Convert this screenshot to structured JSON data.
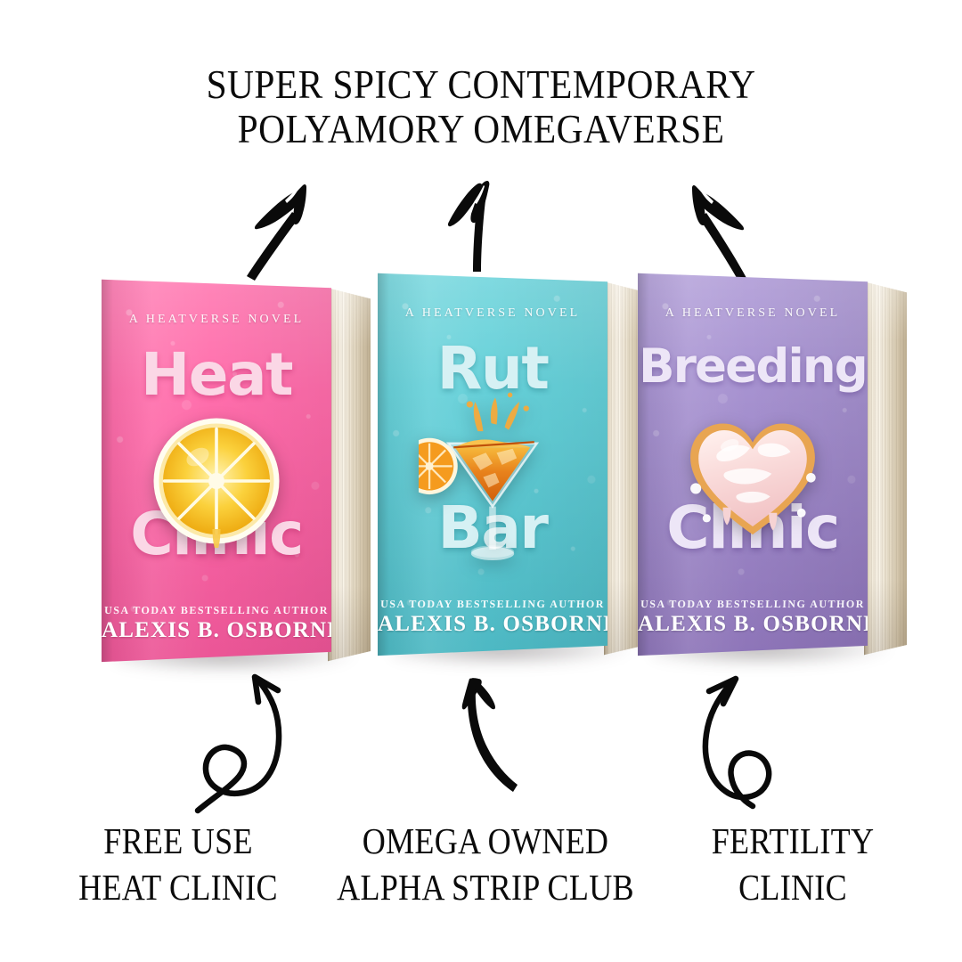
{
  "headline": {
    "line1": "SUPER SPICY CONTEMPORARY",
    "line2": "POLYAMORY OMEGAVERSE"
  },
  "books": [
    {
      "id": "heat-clinic",
      "series_line": "A HEATVERSE NOVEL",
      "title_top": "Heat",
      "title_bottom": "Clinic",
      "author_pre": "USA TODAY BESTSELLING AUTHOR",
      "author_name": "ALEXIS B. OSBORNE",
      "cover_color": "#FF6BAA",
      "cover_color_dark": "#F2509B",
      "title_color": "#FBD7E6",
      "art": "lemon-slice-icon"
    },
    {
      "id": "rut-bar",
      "series_line": "A HEATVERSE NOVEL",
      "title_top": "Rut",
      "title_bottom": "Bar",
      "author_pre": "USA TODAY BESTSELLING AUTHOR",
      "author_name": "ALEXIS B. OSBORNE",
      "cover_color": "#63CFD8",
      "cover_color_dark": "#49BFCA",
      "title_color": "#D6F1F4",
      "art": "cocktail-glass-icon"
    },
    {
      "id": "breeding-clinic",
      "series_line": "A HEATVERSE NOVEL",
      "title_top": "Breeding",
      "title_bottom": "Clinic",
      "author_pre": "USA TODAY BESTSELLING AUTHOR",
      "author_name": "ALEXIS B. OSBORNE",
      "cover_color": "#A48FCE",
      "cover_color_dark": "#9178C0",
      "title_color": "#EDE6F7",
      "art": "heart-cookie-icon"
    }
  ],
  "captions": [
    {
      "line1": "FREE USE",
      "line2": "HEAT CLINIC"
    },
    {
      "line1": "OMEGA OWNED",
      "line2": "ALPHA STRIP CLUB"
    },
    {
      "line1": "FERTILITY",
      "line2": "CLINIC"
    }
  ],
  "arrows": {
    "top": [
      {
        "name": "arrow-top-left",
        "direction": "up-right",
        "style": "brush"
      },
      {
        "name": "arrow-top-center",
        "direction": "up",
        "style": "brush"
      },
      {
        "name": "arrow-top-right",
        "direction": "up-left",
        "style": "brush"
      }
    ],
    "bottom": [
      {
        "name": "arrow-bottom-left",
        "direction": "up-right",
        "style": "curly-loop-thin"
      },
      {
        "name": "arrow-bottom-center",
        "direction": "up",
        "style": "curved-thick"
      },
      {
        "name": "arrow-bottom-right",
        "direction": "up-right",
        "style": "curly-loop-thin"
      }
    ]
  },
  "colors": {
    "background": "#FFFFFF",
    "text": "#0B0B0B",
    "arrow": "#0A0A0A",
    "page_edge": "#EFE7D6"
  }
}
